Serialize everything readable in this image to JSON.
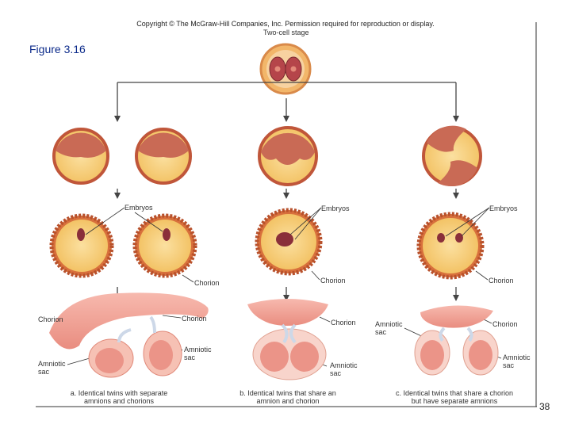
{
  "copyright": "Copyright © The McGraw-Hill Companies, Inc. Permission required for reproduction or display.",
  "slide_title": "Figure 3.16",
  "top_label": "Two-cell stage",
  "labels": {
    "embryos": "Embryos",
    "chorion": "Chorion",
    "amniotic_sac": "Amniotic sac",
    "amniotic": "Amniotic",
    "sac": "sac"
  },
  "captions": {
    "a_line1": "a. Identical twins with separate",
    "a_line2": "amnions and chorions",
    "b_line1": "b. Identical twins that share an",
    "b_line2": "amnion and chorion",
    "c_line1": "c. Identical twins that share a chorion",
    "c_line2": "but have separate amnions"
  },
  "slide_number": "38",
  "colors": {
    "cell_fill": "#f6c86a",
    "cell_edge": "#c0563a",
    "cell_dots": "#8e3f35",
    "embryo": "#8a2f3a",
    "chorion": "#f0a59a",
    "fetus": "#f3a79a",
    "title": "#0b2a8a"
  }
}
